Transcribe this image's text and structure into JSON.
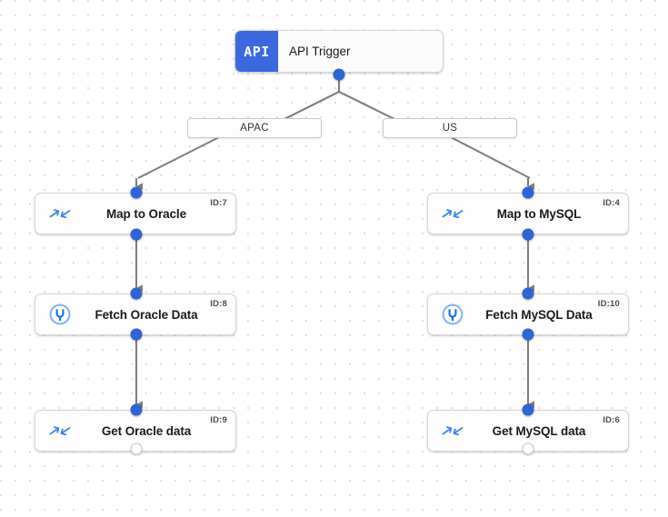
{
  "canvas": {
    "background_color": "#ffffff",
    "grid_dot_color": "#dcdcdc",
    "accent_color": "#2f64d6",
    "edge_color": "#7f7f7f"
  },
  "trigger": {
    "badge_text": "API",
    "badge_color": "#3b68df",
    "label": "API Trigger"
  },
  "branches": [
    {
      "label": "APAC"
    },
    {
      "label": "US"
    }
  ],
  "nodes": [
    {
      "title": "Map to Oracle",
      "id_label": "ID:7",
      "icon": "map-arrows-icon",
      "column": "left"
    },
    {
      "title": "Fetch Oracle Data",
      "id_label": "ID:8",
      "icon": "connector-plug-icon",
      "column": "left"
    },
    {
      "title": "Get Oracle data",
      "id_label": "ID:9",
      "icon": "map-arrows-icon",
      "column": "left"
    },
    {
      "title": "Map to MySQL",
      "id_label": "ID:4",
      "icon": "map-arrows-icon",
      "column": "right"
    },
    {
      "title": "Fetch MySQL Data",
      "id_label": "ID:10",
      "icon": "connector-plug-icon",
      "column": "right"
    },
    {
      "title": "Get MySQL data",
      "id_label": "ID:6",
      "icon": "map-arrows-icon",
      "column": "right"
    }
  ]
}
